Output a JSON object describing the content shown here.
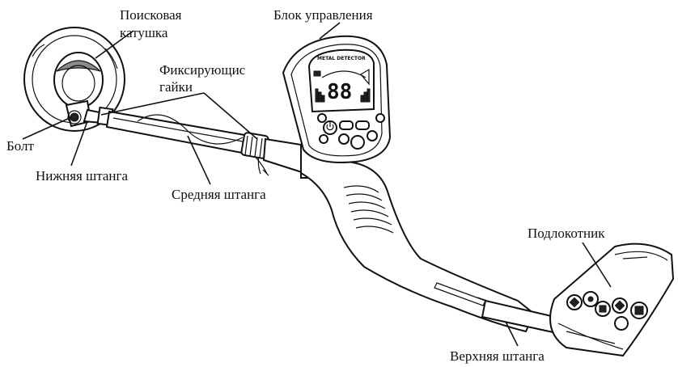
{
  "labels": {
    "search_coil": [
      "Поисковая",
      "катушка"
    ],
    "control_box": "Блок управления",
    "lock_nuts": [
      "Фиксирующис",
      "гайки"
    ],
    "bolt": "Болт",
    "lower_shaft": "Нижняя штанга",
    "middle_shaft": "Средняя штанга",
    "armrest": "Подлокотник",
    "upper_shaft": "Верхняя штанга"
  },
  "device": {
    "brand_text": "METAL DETECTOR",
    "display_digits": "88"
  }
}
